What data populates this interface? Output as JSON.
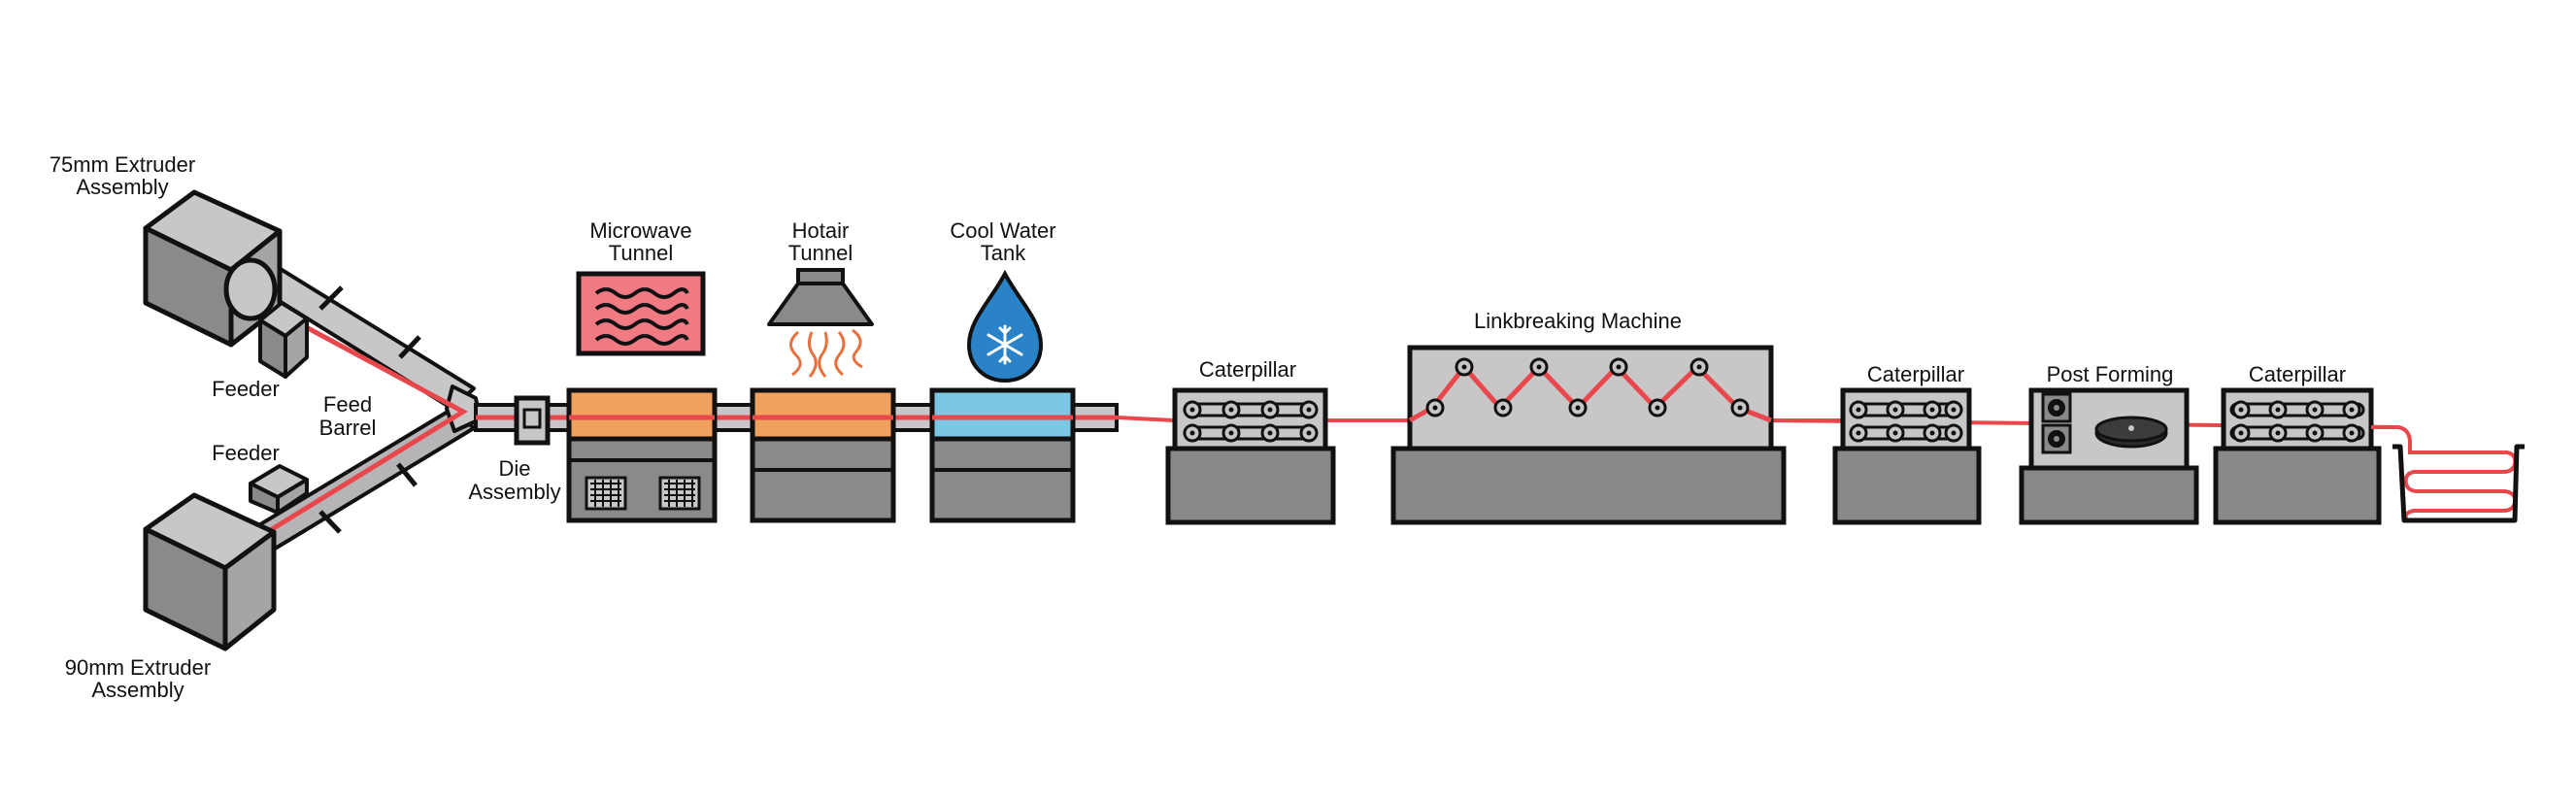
{
  "labels": {
    "extruder_75_l1": "75mm Extruder",
    "extruder_75_l2": "Assembly",
    "extruder_90_l1": "90mm Extruder",
    "extruder_90_l2": "Assembly",
    "feeder_top": "Feeder",
    "feeder_bottom": "Feeder",
    "feed_barrel_l1": "Feed",
    "feed_barrel_l2": "Barrel",
    "die_l1": "Die",
    "die_l2": "Assembly",
    "microwave_l1": "Microwave",
    "microwave_l2": "Tunnel",
    "hotair_l1": "Hotair",
    "hotair_l2": "Tunnel",
    "coolwater_l1": "Cool Water",
    "coolwater_l2": "Tank",
    "caterpillar_1": "Caterpillar",
    "linkbreaking": "Linkbreaking Machine",
    "caterpillar_2": "Caterpillar",
    "post_forming": "Post Forming",
    "caterpillar_3": "Caterpillar"
  },
  "colors": {
    "outline": "#111111",
    "machine_gray": "#c9c6c8",
    "base_gray": "#8a888b",
    "block_dark": "#8b898c",
    "block_mid": "#a7a4a7",
    "block_light": "#c9c6c9",
    "extrudate_red": "#e8474c",
    "microwave_orange": "#f0a15e",
    "microwave_icon_pink": "#f07a82",
    "hotair_orange": "#f0a15e",
    "heat_swirl": "#e8703c",
    "coolwater_blue": "#7cc8e4",
    "drop_blue": "#2a83c6"
  },
  "icons": {
    "microwave": "microwave-waves-icon",
    "hotair": "heat-hood-icon",
    "coolwater": "snowflake-drop-icon"
  }
}
